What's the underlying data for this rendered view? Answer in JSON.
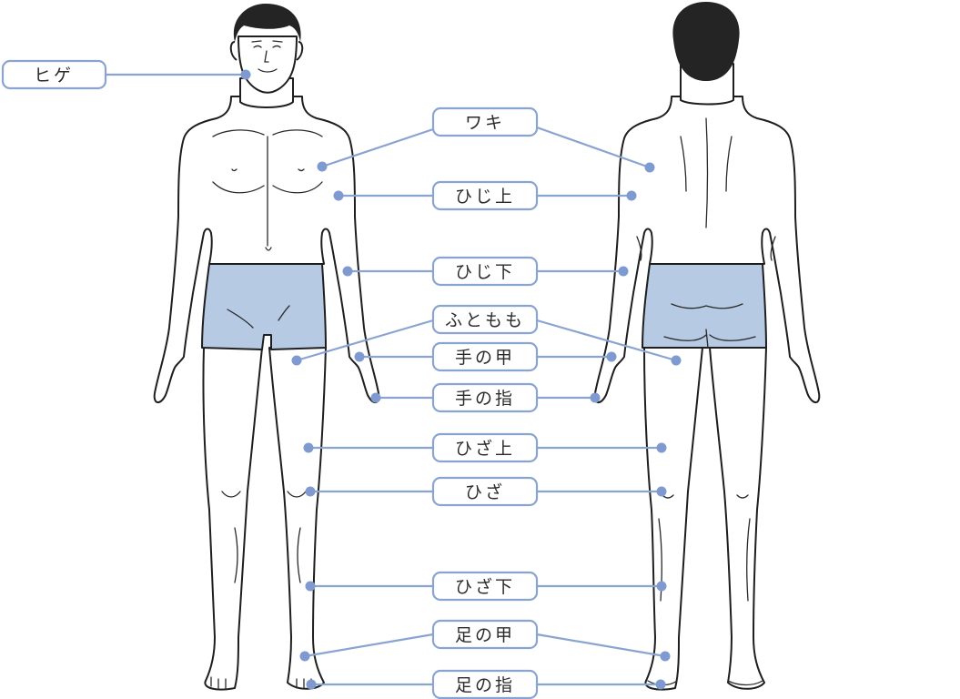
{
  "colors": {
    "accent": "#8aa4d2",
    "dot": "#7f9ad0",
    "shorts": "#b7cae4",
    "outline": "#1e1e1e",
    "hair": "#242424"
  },
  "labels": {
    "beard": "ヒゲ",
    "armpit": "ワキ",
    "upper_arm": "ひじ上",
    "forearm": "ひじ下",
    "thigh": "ふともも",
    "hand_back": "手の甲",
    "fingers": "手の指",
    "above_knee": "ひざ上",
    "knee": "ひざ",
    "below_knee": "ひざ下",
    "foot_top": "足の甲",
    "toes": "足の指"
  }
}
